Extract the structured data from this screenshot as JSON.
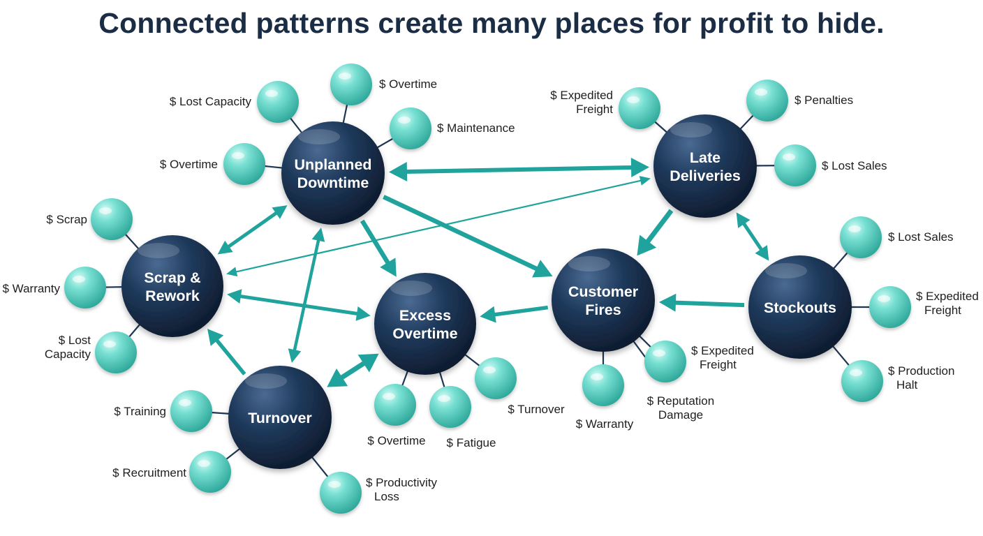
{
  "title": "Connected patterns create many places for profit to hide.",
  "colors": {
    "node": "#1e3553",
    "leaf": "#5fd3c6",
    "arrow": "#1fa39c",
    "title": "#1b2d45"
  },
  "nodes": {
    "downtime": {
      "lines": [
        "Unplanned",
        "Downtime"
      ]
    },
    "late": {
      "lines": [
        "Late",
        "Deliveries"
      ]
    },
    "scrap": {
      "lines": [
        "Scrap &",
        "Rework"
      ]
    },
    "overtime": {
      "lines": [
        "Excess",
        "Overtime"
      ]
    },
    "fires": {
      "lines": [
        "Customer",
        "Fires"
      ]
    },
    "stockouts": {
      "lines": [
        "Stockouts"
      ]
    },
    "turnover": {
      "lines": [
        "Turnover"
      ]
    }
  },
  "leaves": {
    "downtime": [
      {
        "lines": [
          "$ Lost Capacity"
        ]
      },
      {
        "lines": [
          "$ Overtime"
        ]
      },
      {
        "lines": [
          "$ Maintenance"
        ]
      },
      {
        "lines": [
          "$ Overtime"
        ]
      }
    ],
    "late": [
      {
        "lines": [
          "$ Expedited",
          "Freight"
        ]
      },
      {
        "lines": [
          "$ Penalties"
        ]
      },
      {
        "lines": [
          "$ Lost Sales"
        ]
      }
    ],
    "scrap": [
      {
        "lines": [
          "$ Scrap"
        ]
      },
      {
        "lines": [
          "$ Warranty"
        ]
      },
      {
        "lines": [
          "$ Lost",
          "Capacity"
        ]
      }
    ],
    "stockouts": [
      {
        "lines": [
          "$ Lost Sales"
        ]
      },
      {
        "lines": [
          "$ Expedited",
          "Freight"
        ]
      },
      {
        "lines": [
          "$ Production",
          "Halt"
        ]
      }
    ],
    "fires": [
      {
        "lines": [
          "$ Expedited",
          "Freight"
        ]
      },
      {
        "lines": [
          "$ Warranty"
        ]
      },
      {
        "lines": [
          "$ Reputation",
          "Damage"
        ]
      }
    ],
    "overtime": [
      {
        "lines": [
          "$ Overtime"
        ]
      },
      {
        "lines": [
          "$ Fatigue"
        ]
      },
      {
        "lines": [
          "$ Turnover"
        ]
      }
    ],
    "turnover": [
      {
        "lines": [
          "$ Training"
        ]
      },
      {
        "lines": [
          "$ Recruitment"
        ]
      },
      {
        "lines": [
          "$ Productivity",
          "Loss"
        ]
      }
    ]
  },
  "edges": [
    {
      "from": "downtime",
      "to": "late",
      "direction": "both"
    },
    {
      "from": "downtime",
      "to": "fires",
      "direction": "forward"
    },
    {
      "from": "downtime",
      "to": "overtime",
      "direction": "forward"
    },
    {
      "from": "downtime",
      "to": "scrap",
      "direction": "both"
    },
    {
      "from": "downtime",
      "to": "turnover",
      "direction": "both"
    },
    {
      "from": "late",
      "to": "fires",
      "direction": "forward"
    },
    {
      "from": "late",
      "to": "stockouts",
      "direction": "both"
    },
    {
      "from": "late",
      "to": "scrap",
      "direction": "both"
    },
    {
      "from": "stockouts",
      "to": "fires",
      "direction": "forward"
    },
    {
      "from": "fires",
      "to": "overtime",
      "direction": "forward"
    },
    {
      "from": "scrap",
      "to": "overtime",
      "direction": "both"
    },
    {
      "from": "turnover",
      "to": "scrap",
      "direction": "forward"
    },
    {
      "from": "turnover",
      "to": "overtime",
      "direction": "both"
    }
  ]
}
